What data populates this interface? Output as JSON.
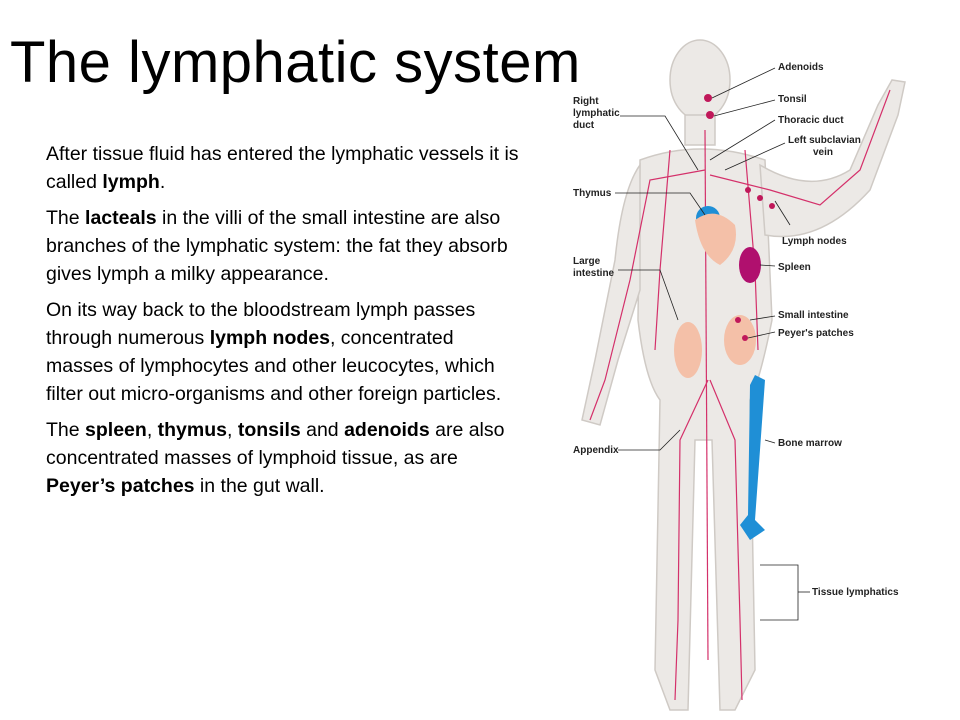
{
  "slide": {
    "title": "The lymphatic system",
    "paragraphs": [
      {
        "parts": [
          "After tissue fluid has entered the lymphatic vessels it is called ",
          "lymph",
          "."
        ]
      },
      {
        "parts": [
          "The ",
          "lacteals",
          " in the villi of the small intestine are also branches of the lymphatic system: the fat they absorb gives lymph a milky appearance."
        ]
      },
      {
        "parts": [
          "On its way back to the bloodstream lymph passes through numerous ",
          "lymph nodes",
          ", concentrated masses of lymphocytes and other leucocytes, which filter out micro-organisms and other foreign particles."
        ]
      },
      {
        "parts": [
          "The ",
          "spleen",
          ", ",
          "thymus",
          ", ",
          "tonsils",
          " and ",
          "adenoids",
          " are also concentrated masses of lymphoid tissue, as are ",
          "Peyer’s patches",
          " in the gut wall."
        ]
      }
    ]
  },
  "figure": {
    "labels": {
      "adenoids": "Adenoids",
      "tonsil": "Tonsil",
      "thoracic_duct": "Thoracic duct",
      "left_subclavian_1": "Left subclavian",
      "left_subclavian_2": "vein",
      "right_lymphatic_1": "Right",
      "right_lymphatic_2": "lymphatic",
      "right_lymphatic_3": "duct",
      "thymus": "Thymus",
      "lymph_nodes": "Lymph nodes",
      "spleen": "Spleen",
      "large_intestine_1": "Large",
      "large_intestine_2": "intestine",
      "small_intestine": "Small intestine",
      "peyers_patches": "Peyer's patches",
      "appendix": "Appendix",
      "bone_marrow": "Bone marrow",
      "tissue_lymphatics": "Tissue lymphatics"
    },
    "colors": {
      "skin": "#ece9e6",
      "vessel": "#d4306a",
      "node": "#c0185a",
      "spleen": "#b0106e",
      "bone": "#1f8fd6",
      "organ": "#f4c0a8"
    }
  }
}
